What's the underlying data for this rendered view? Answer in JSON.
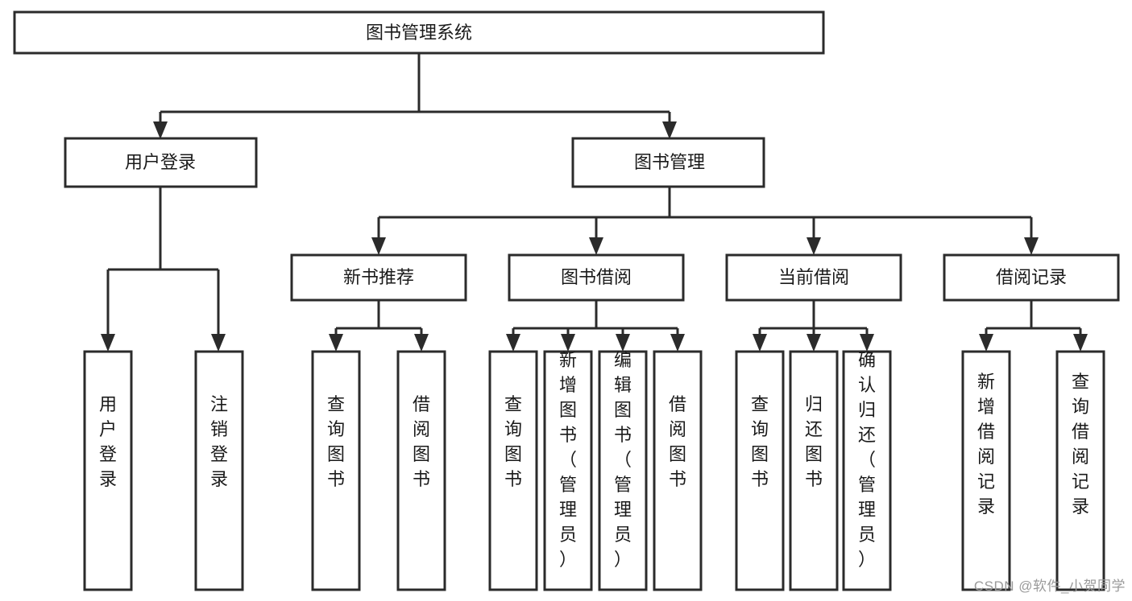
{
  "diagram": {
    "type": "tree-hierarchy-chart",
    "title": "图书管理系统",
    "orientation": "top-down",
    "colors": {
      "stroke": "#2b2b2b",
      "fill": "#ffffff",
      "text": "#1a1a1a",
      "watermark": "#9a9a9a"
    },
    "levels": {
      "root": {
        "label": "图书管理系统"
      },
      "level2": [
        {
          "label": "用户登录"
        },
        {
          "label": "图书管理"
        }
      ],
      "level3": [
        {
          "label": "新书推荐"
        },
        {
          "label": "图书借阅"
        },
        {
          "label": "当前借阅"
        },
        {
          "label": "借阅记录"
        }
      ],
      "leaves": [
        {
          "label": "用户登录",
          "parent": "用户登录"
        },
        {
          "label": "注销登录",
          "parent": "用户登录"
        },
        {
          "label": "查询图书",
          "parent": "新书推荐"
        },
        {
          "label": "借阅图书",
          "parent": "新书推荐"
        },
        {
          "label": "查询图书",
          "parent": "图书借阅"
        },
        {
          "label": "新增图书（管理员）",
          "parent": "图书借阅"
        },
        {
          "label": "编辑图书（管理员）",
          "parent": "图书借阅"
        },
        {
          "label": "借阅图书",
          "parent": "图书借阅"
        },
        {
          "label": "查询图书",
          "parent": "当前借阅"
        },
        {
          "label": "归还图书",
          "parent": "当前借阅"
        },
        {
          "label": "确认归还（管理员）",
          "parent": "当前借阅"
        },
        {
          "label": "新增借阅记录",
          "parent": "借阅记录"
        },
        {
          "label": "查询借阅记录",
          "parent": "借阅记录"
        }
      ]
    }
  },
  "watermark": {
    "text": "CSDN @软件_小贺同学"
  }
}
